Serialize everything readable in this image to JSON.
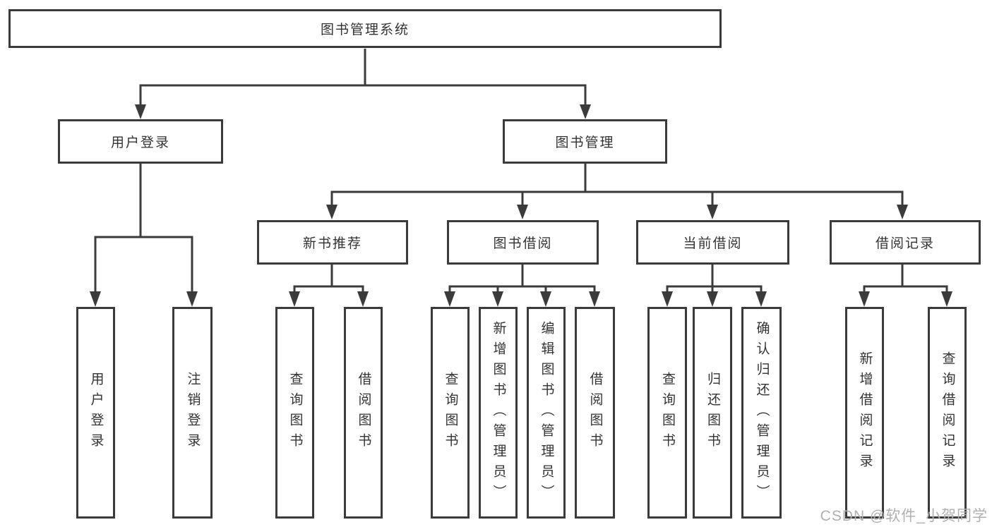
{
  "colors": {
    "line": "#3b3b3b",
    "text": "#333333",
    "box_bg": "#ffffff",
    "watermark": "#b0b0b0",
    "background": "#ffffff"
  },
  "watermark": "CSDN @软件_小贺同学",
  "tree": {
    "root": {
      "label": "图书管理系统",
      "children": [
        {
          "label": "用户登录",
          "children": [
            {
              "label": "用户登录"
            },
            {
              "label": "注销登录"
            }
          ]
        },
        {
          "label": "图书管理",
          "children": [
            {
              "label": "新书推荐",
              "children": [
                {
                  "label": "查询图书"
                },
                {
                  "label": "借阅图书"
                }
              ]
            },
            {
              "label": "图书借阅",
              "children": [
                {
                  "label": "查询图书"
                },
                {
                  "label": "新增图书（管理员）"
                },
                {
                  "label": "编辑图书（管理员）"
                },
                {
                  "label": "借阅图书"
                }
              ]
            },
            {
              "label": "当前借阅",
              "children": [
                {
                  "label": "查询图书"
                },
                {
                  "label": "归还图书"
                },
                {
                  "label": "确认归还（管理员）"
                }
              ]
            },
            {
              "label": "借阅记录",
              "children": [
                {
                  "label": "新增借阅记录"
                },
                {
                  "label": "查询借阅记录"
                }
              ]
            }
          ]
        }
      ]
    }
  }
}
